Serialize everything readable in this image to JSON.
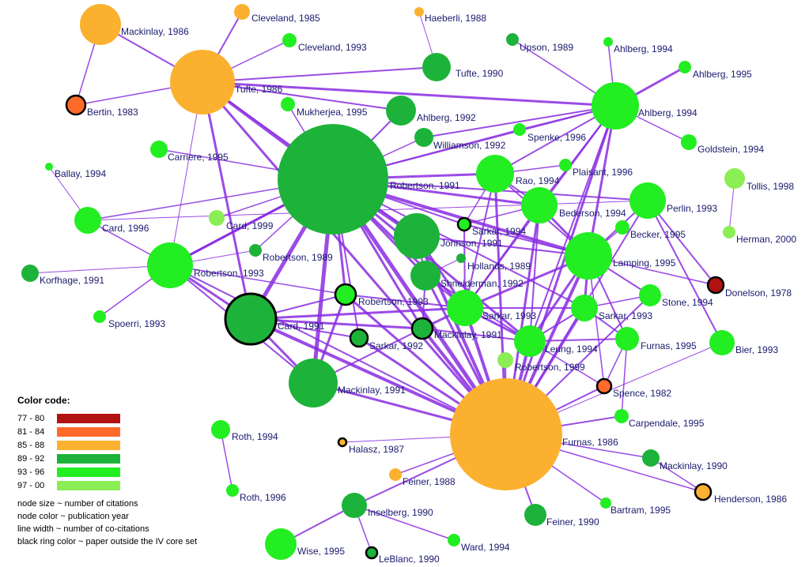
{
  "nodes": [
    {
      "label": "Mackinlay, 1986",
      "color": "#FBB12F"
    },
    {
      "label": "Cleveland, 1985",
      "color": "#FBB12F"
    },
    {
      "label": "Haeberli, 1988",
      "color": "#FBB12F"
    },
    {
      "label": "Cleveland, 1993",
      "color": "#22EE22"
    },
    {
      "label": "Upson, 1989",
      "color": "#1DB33A"
    },
    {
      "label": "Ahlberg, 1994",
      "color": "#22EE22"
    },
    {
      "label": "Tufte, 1986",
      "color": "#FBB12F"
    },
    {
      "label": "Tufte, 1990",
      "color": "#1DB33A"
    },
    {
      "label": "Ahlberg, 1995",
      "color": "#22EE22"
    },
    {
      "label": "Bertin, 1983",
      "color": "#FF6A2A",
      "ring": true
    },
    {
      "label": "Mukherjea, 1995",
      "color": "#22EE22"
    },
    {
      "label": "Ahlberg, 1992",
      "color": "#1DB33A"
    },
    {
      "label": "Ahlberg, 1994",
      "color": "#22EE22"
    },
    {
      "label": "Spenke, 1996",
      "color": "#22EE22"
    },
    {
      "label": "Williamson, 1992",
      "color": "#1DB33A"
    },
    {
      "label": "Goldstein, 1994",
      "color": "#22EE22"
    },
    {
      "label": "Carriere, 1995",
      "color": "#22EE22"
    },
    {
      "label": "Ballay, 1994",
      "color": "#22EE22"
    },
    {
      "label": "Robertson, 1991",
      "color": "#1DB33A"
    },
    {
      "label": "Rao, 1994",
      "color": "#22EE22"
    },
    {
      "label": "Plaisant, 1996",
      "color": "#22EE22"
    },
    {
      "label": "Tollis, 1998",
      "color": "#8BEE55"
    },
    {
      "label": "Card, 1996",
      "color": "#22EE22"
    },
    {
      "label": "Card, 1999",
      "color": "#8BEE55"
    },
    {
      "label": "Bederson, 1994",
      "color": "#22EE22"
    },
    {
      "label": "Perlin, 1993",
      "color": "#22EE22"
    },
    {
      "label": "Sarkar, 1994",
      "color": "#22EE22",
      "ring": true
    },
    {
      "label": "Herman, 2000",
      "color": "#8BEE55"
    },
    {
      "label": "Becker, 1995",
      "color": "#22EE22"
    },
    {
      "label": "Johnson, 1991",
      "color": "#1DB33A"
    },
    {
      "label": "Robertson, 1989",
      "color": "#1DB33A"
    },
    {
      "label": "Lamping, 1995",
      "color": "#22EE22"
    },
    {
      "label": "Hollands, 1989",
      "color": "#1DB33A"
    },
    {
      "label": "Robertson, 1993",
      "color": "#22EE22"
    },
    {
      "label": "Korfhage, 1991",
      "color": "#1DB33A"
    },
    {
      "label": "Shneiderman, 1992",
      "color": "#1DB33A"
    },
    {
      "label": "Donelson, 1978",
      "color": "#B11212",
      "ring": true
    },
    {
      "label": "Robertson, 1993",
      "color": "#22EE22",
      "ring": true
    },
    {
      "label": "Stone, 1994",
      "color": "#22EE22"
    },
    {
      "label": "Sarkar, 1993",
      "color": "#22EE22"
    },
    {
      "label": "Sarkar, 1993",
      "color": "#22EE22"
    },
    {
      "label": "Spoerri, 1993",
      "color": "#22EE22"
    },
    {
      "label": "Card, 1991",
      "color": "#1DB33A",
      "ring": true
    },
    {
      "label": "Mackinlay, 1991",
      "color": "#1DB33A",
      "ring": true
    },
    {
      "label": "Sarkar, 1992",
      "color": "#1DB33A",
      "ring": true
    },
    {
      "label": "Leung, 1994",
      "color": "#22EE22"
    },
    {
      "label": "Furnas, 1995",
      "color": "#22EE22"
    },
    {
      "label": "Bier, 1993",
      "color": "#22EE22"
    },
    {
      "label": "Robertson, 1999",
      "color": "#8BEE55"
    },
    {
      "label": "Mackinlay, 1991",
      "color": "#1DB33A"
    },
    {
      "label": "Spence, 1982",
      "color": "#FF6A2A",
      "ring": true
    },
    {
      "label": "Carpendale, 1995",
      "color": "#22EE22"
    },
    {
      "label": "Roth, 1994",
      "color": "#22EE22"
    },
    {
      "label": "Furnas, 1986",
      "color": "#FBB12F"
    },
    {
      "label": "Halasz, 1987",
      "color": "#FBB12F",
      "ring": true
    },
    {
      "label": "Mackinlay, 1990",
      "color": "#1DB33A"
    },
    {
      "label": "Feiner, 1988",
      "color": "#FBB12F"
    },
    {
      "label": "Roth, 1996",
      "color": "#22EE22"
    },
    {
      "label": "Henderson, 1986",
      "color": "#FBB12F",
      "ring": true
    },
    {
      "label": "Inselberg, 1990",
      "color": "#1DB33A"
    },
    {
      "label": "Bartram, 1995",
      "color": "#22EE22"
    },
    {
      "label": "Feiner, 1990",
      "color": "#1DB33A"
    },
    {
      "label": "Ward, 1994",
      "color": "#22EE22"
    },
    {
      "label": "Wise, 1995",
      "color": "#22EE22"
    },
    {
      "label": "LeBlanc, 1990",
      "color": "#1DB33A",
      "ring": true
    }
  ],
  "legend": {
    "title": "Color code:",
    "rows": [
      {
        "range": "77 - 80",
        "color": "#B11212"
      },
      {
        "range": "81 - 84",
        "color": "#FF6A2A"
      },
      {
        "range": "85 - 88",
        "color": "#FBB12F"
      },
      {
        "range": "89 - 92",
        "color": "#1DB33A"
      },
      {
        "range": "93 - 96",
        "color": "#22EE22"
      },
      {
        "range": "97 - 00",
        "color": "#8BEE55"
      }
    ],
    "notes": [
      "node size ~ number of citations",
      "node color ~ publication year",
      "line width ~ number of co-citations",
      "black ring color ~ paper outside the IV core set"
    ]
  },
  "edge_color": "#8A2BE2"
}
